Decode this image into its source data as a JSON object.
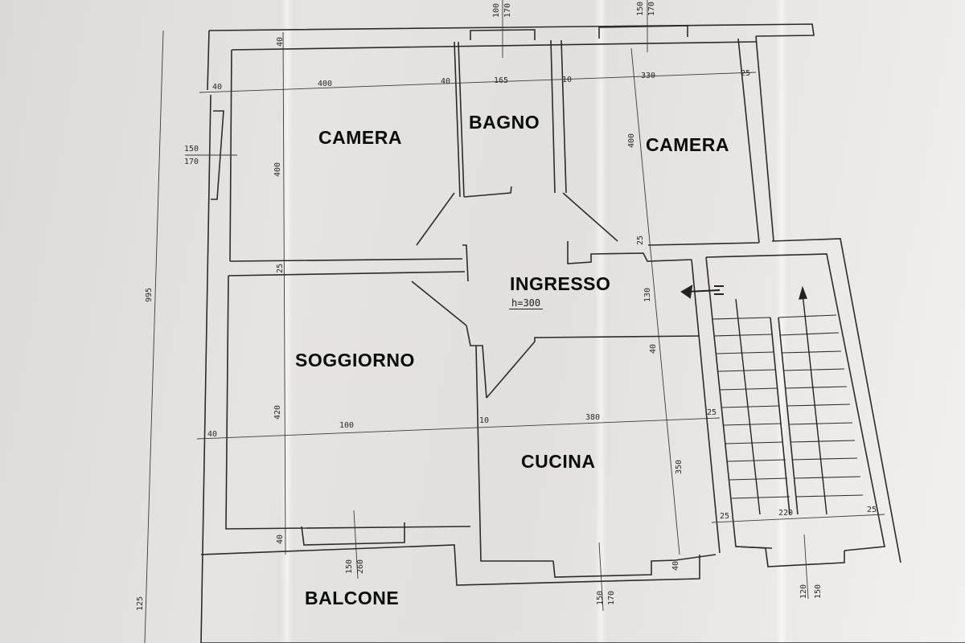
{
  "plan": {
    "rooms": {
      "camera_left": "CAMERA",
      "bagno": "BAGNO",
      "camera_right": "CAMERA",
      "ingresso": "INGRESSO",
      "soggiorno": "SOGGIORNO",
      "cucina": "CUCINA",
      "balcone": "BALCONE"
    },
    "ceiling_height": "h=300",
    "dimensions": {
      "top_row": [
        "40",
        "400",
        "40",
        "165",
        "10",
        "330",
        "25"
      ],
      "middle_row": [
        "40",
        "100",
        "10",
        "380",
        "25"
      ],
      "stair_row": [
        "25",
        "220",
        "25"
      ],
      "vertical_left": [
        "40",
        "400",
        "25",
        "420",
        "40"
      ],
      "vertical_right": [
        "400",
        "25",
        "130",
        "40",
        "350",
        "40"
      ],
      "overall_height": "995",
      "balcony_depth": "125",
      "window_left": {
        "width": "150",
        "height": "170"
      },
      "window_bagno": {
        "width": "100",
        "height": "170"
      },
      "window_camera_right": {
        "width": "150",
        "height": "170"
      },
      "window_soggiorno": {
        "width": "150",
        "height": "260"
      },
      "window_cucina": {
        "width": "150",
        "height": "170"
      },
      "window_stair": {
        "width": "120",
        "height": "150"
      }
    },
    "entry_arrow": "entry-arrow",
    "stair_arrow": "stair-up-arrow"
  }
}
